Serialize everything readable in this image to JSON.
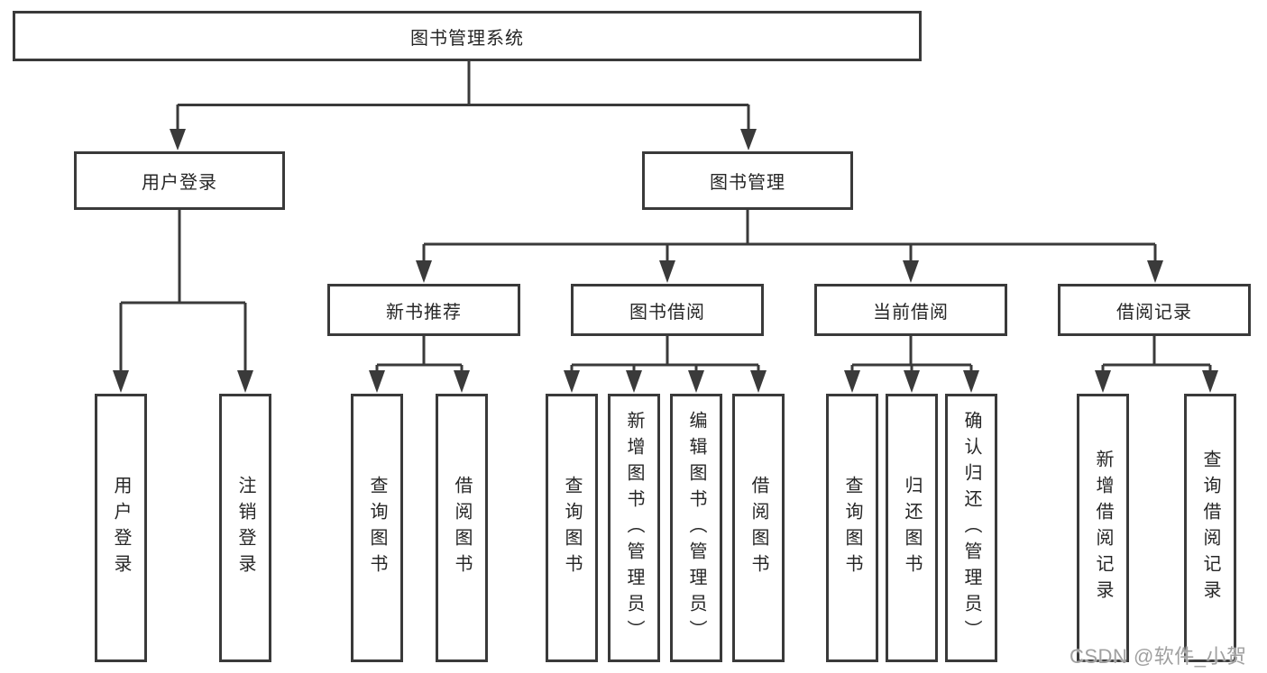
{
  "diagram_title": "图书管理系统",
  "tree": {
    "label": "图书管理系统",
    "children": [
      {
        "label": "用户登录",
        "children": [
          {
            "label": "用户登录"
          },
          {
            "label": "注销登录"
          }
        ]
      },
      {
        "label": "图书管理",
        "children": [
          {
            "label": "新书推荐",
            "children": [
              {
                "label": "查询图书"
              },
              {
                "label": "借阅图书"
              }
            ]
          },
          {
            "label": "图书借阅",
            "children": [
              {
                "label": "查询图书"
              },
              {
                "label": "新增图书（管理员）"
              },
              {
                "label": "编辑图书（管理员）"
              },
              {
                "label": "借阅图书"
              }
            ]
          },
          {
            "label": "当前借阅",
            "children": [
              {
                "label": "查询图书"
              },
              {
                "label": "归还图书"
              },
              {
                "label": "确认归还（管理员）"
              }
            ]
          },
          {
            "label": "借阅记录",
            "children": [
              {
                "label": "新增借阅记录"
              },
              {
                "label": "查询借阅记录"
              }
            ]
          }
        ]
      }
    ]
  },
  "watermark": "CSDN @软件_小贺同学",
  "colors": {
    "line": "#3a3a3a",
    "text": "#262626",
    "background": "#ffffff",
    "watermark": "#a0a0a0"
  }
}
